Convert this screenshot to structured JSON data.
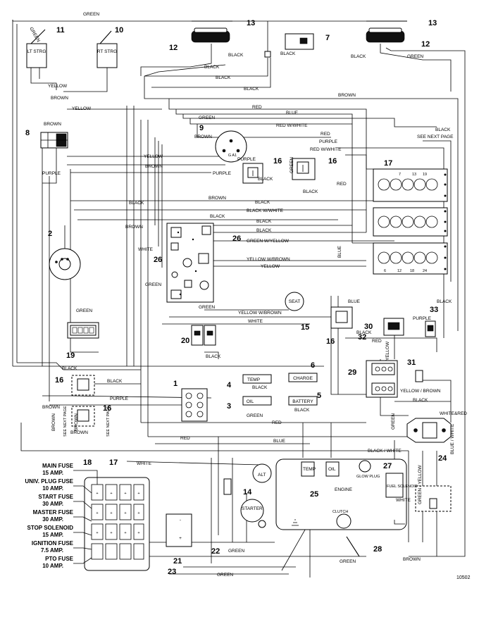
{
  "diagram": {
    "reference": "10502",
    "wire_colors": {
      "green": "GREEN",
      "black": "BLACK",
      "yellow": "YELLOW",
      "brown": "BROWN",
      "red": "RED",
      "blue": "BLUE",
      "purple": "PURPLE",
      "white": "WHITE",
      "red_white": "RED W/WHITE",
      "black_white": "BLACK W/WHITE",
      "green_yellow": "GREEN W/YELLOW",
      "yellow_brown": "YELLOW W/BROWN",
      "yellow_slash_brown": "YELLOW / BROWN",
      "black_slash_white": "BLACK / WHITE",
      "green_slash_yellow": "GREEN / YELLOW",
      "blue_slash_white": "BLUE / WHITE",
      "white_red": "WHITE&RED"
    },
    "notes": {
      "see_next_page": "SEE NEXT PAGE"
    },
    "components": {
      "lt_strg": "LT STRG",
      "rt_strg": "RT STRG",
      "seat": "SEAT",
      "temp": "TEMP",
      "temp_upper": "TEMP",
      "oil": "OIL",
      "oil_upper": "OIL",
      "battery": "BATTERY",
      "charge": "CHARGE",
      "alt": "ALT",
      "starter": "STARTER",
      "engine": "ENGINE",
      "glow_plug": "GLOW PLUG",
      "fuel_solenoid": "FUEL SOLENOID",
      "clutch": "CLUTCH"
    },
    "switch_numbers": {
      "n7": "7",
      "n13": "13",
      "n19": "19",
      "n6": "6",
      "n12": "12",
      "n18": "18",
      "n24": "24"
    },
    "callouts": [
      "1",
      "2",
      "3",
      "4",
      "5",
      "6",
      "7",
      "8",
      "9",
      "10",
      "11",
      "12",
      "13",
      "14",
      "15",
      "16",
      "17",
      "18",
      "19",
      "20",
      "21",
      "22",
      "23",
      "24",
      "25",
      "26",
      "27",
      "28",
      "29",
      "30",
      "31",
      "32",
      "33"
    ],
    "fuses": [
      {
        "name": "MAIN FUSE",
        "rating": "15 AMP."
      },
      {
        "name": "UNIV. PLUG FUSE",
        "rating": "10 AMP."
      },
      {
        "name": "START FUSE",
        "rating": "30 AMP."
      },
      {
        "name": "MASTER FUSE",
        "rating": "30 AMP."
      },
      {
        "name": "STOP SOLENOID",
        "rating": "15 AMP."
      },
      {
        "name": "IGNITION FUSE",
        "rating": "7.5 AMP."
      },
      {
        "name": "PTO FUSE",
        "rating": "10 AMP."
      }
    ]
  }
}
